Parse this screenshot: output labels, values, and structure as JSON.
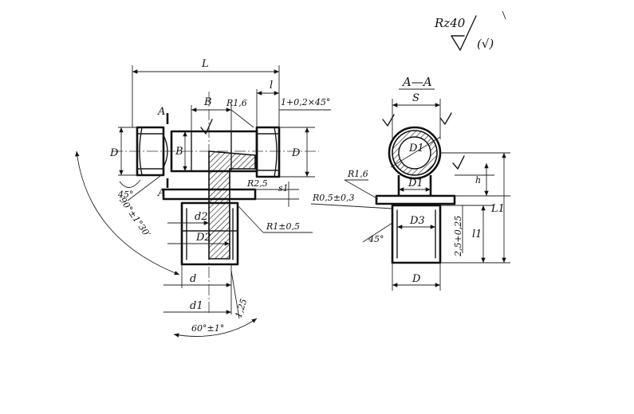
{
  "surface_finish": {
    "roughness": "Rz40",
    "remaining": "(√)"
  },
  "front_view": {
    "length": "L",
    "length_short": "l",
    "chamfer": "1+0,2×45°",
    "bore_b": "B",
    "radius_top": "R1,6",
    "dia_left": "D",
    "dia_right": "D",
    "height_b": "B",
    "angle_45": "45°",
    "radius_mid": "R2,5",
    "s1": "s1",
    "radius_bottom": "R1±0,5",
    "d2": "d2",
    "D2": "D2",
    "d": "d",
    "d1": "d1",
    "angle_90": "90°±1°30′",
    "angle_60": "60°±1°",
    "dim_125": "1,25",
    "section_mark_top": "A",
    "section_mark_bottom": "A"
  },
  "section_view": {
    "title": "A—A",
    "width_s": "S",
    "D1_top": "D1",
    "D1_flange": "D1",
    "radius": "R1,6",
    "radius_collar": "R0,5±0,3",
    "h": "h",
    "L1": "L1",
    "l1": "l1",
    "thread_len": "2,5+0,25",
    "D3": "D3",
    "angle_45": "45°",
    "D_bottom": "D"
  }
}
